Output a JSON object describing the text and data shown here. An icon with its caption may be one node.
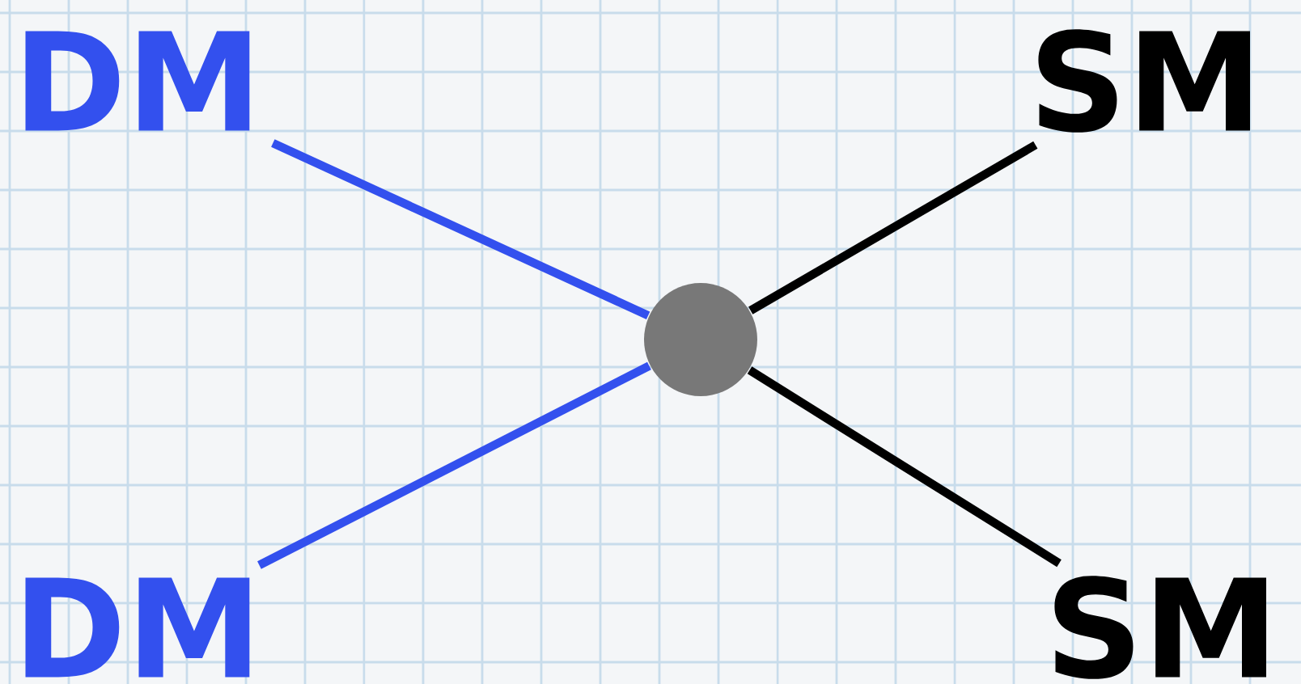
{
  "diagram": {
    "nodes": [
      {
        "text": [
          "DM"
        ]
      },
      {
        "text": [
          "SM"
        ]
      },
      {
        "text": [
          "DM"
        ]
      },
      {
        "text": [
          "SM"
        ]
      },
      {
        "text": [],
        "shape": "circle"
      }
    ],
    "edges": [
      {
        "from": 0,
        "to": 4,
        "arrow": "none",
        "color": "#3350ee"
      },
      {
        "from": 4,
        "to": 1,
        "arrow": "none",
        "color": "#000000"
      },
      {
        "from": 2,
        "to": 4,
        "arrow": "none",
        "color": "#3350ee"
      },
      {
        "from": 4,
        "to": 3,
        "arrow": "none",
        "color": "#000000"
      }
    ]
  }
}
